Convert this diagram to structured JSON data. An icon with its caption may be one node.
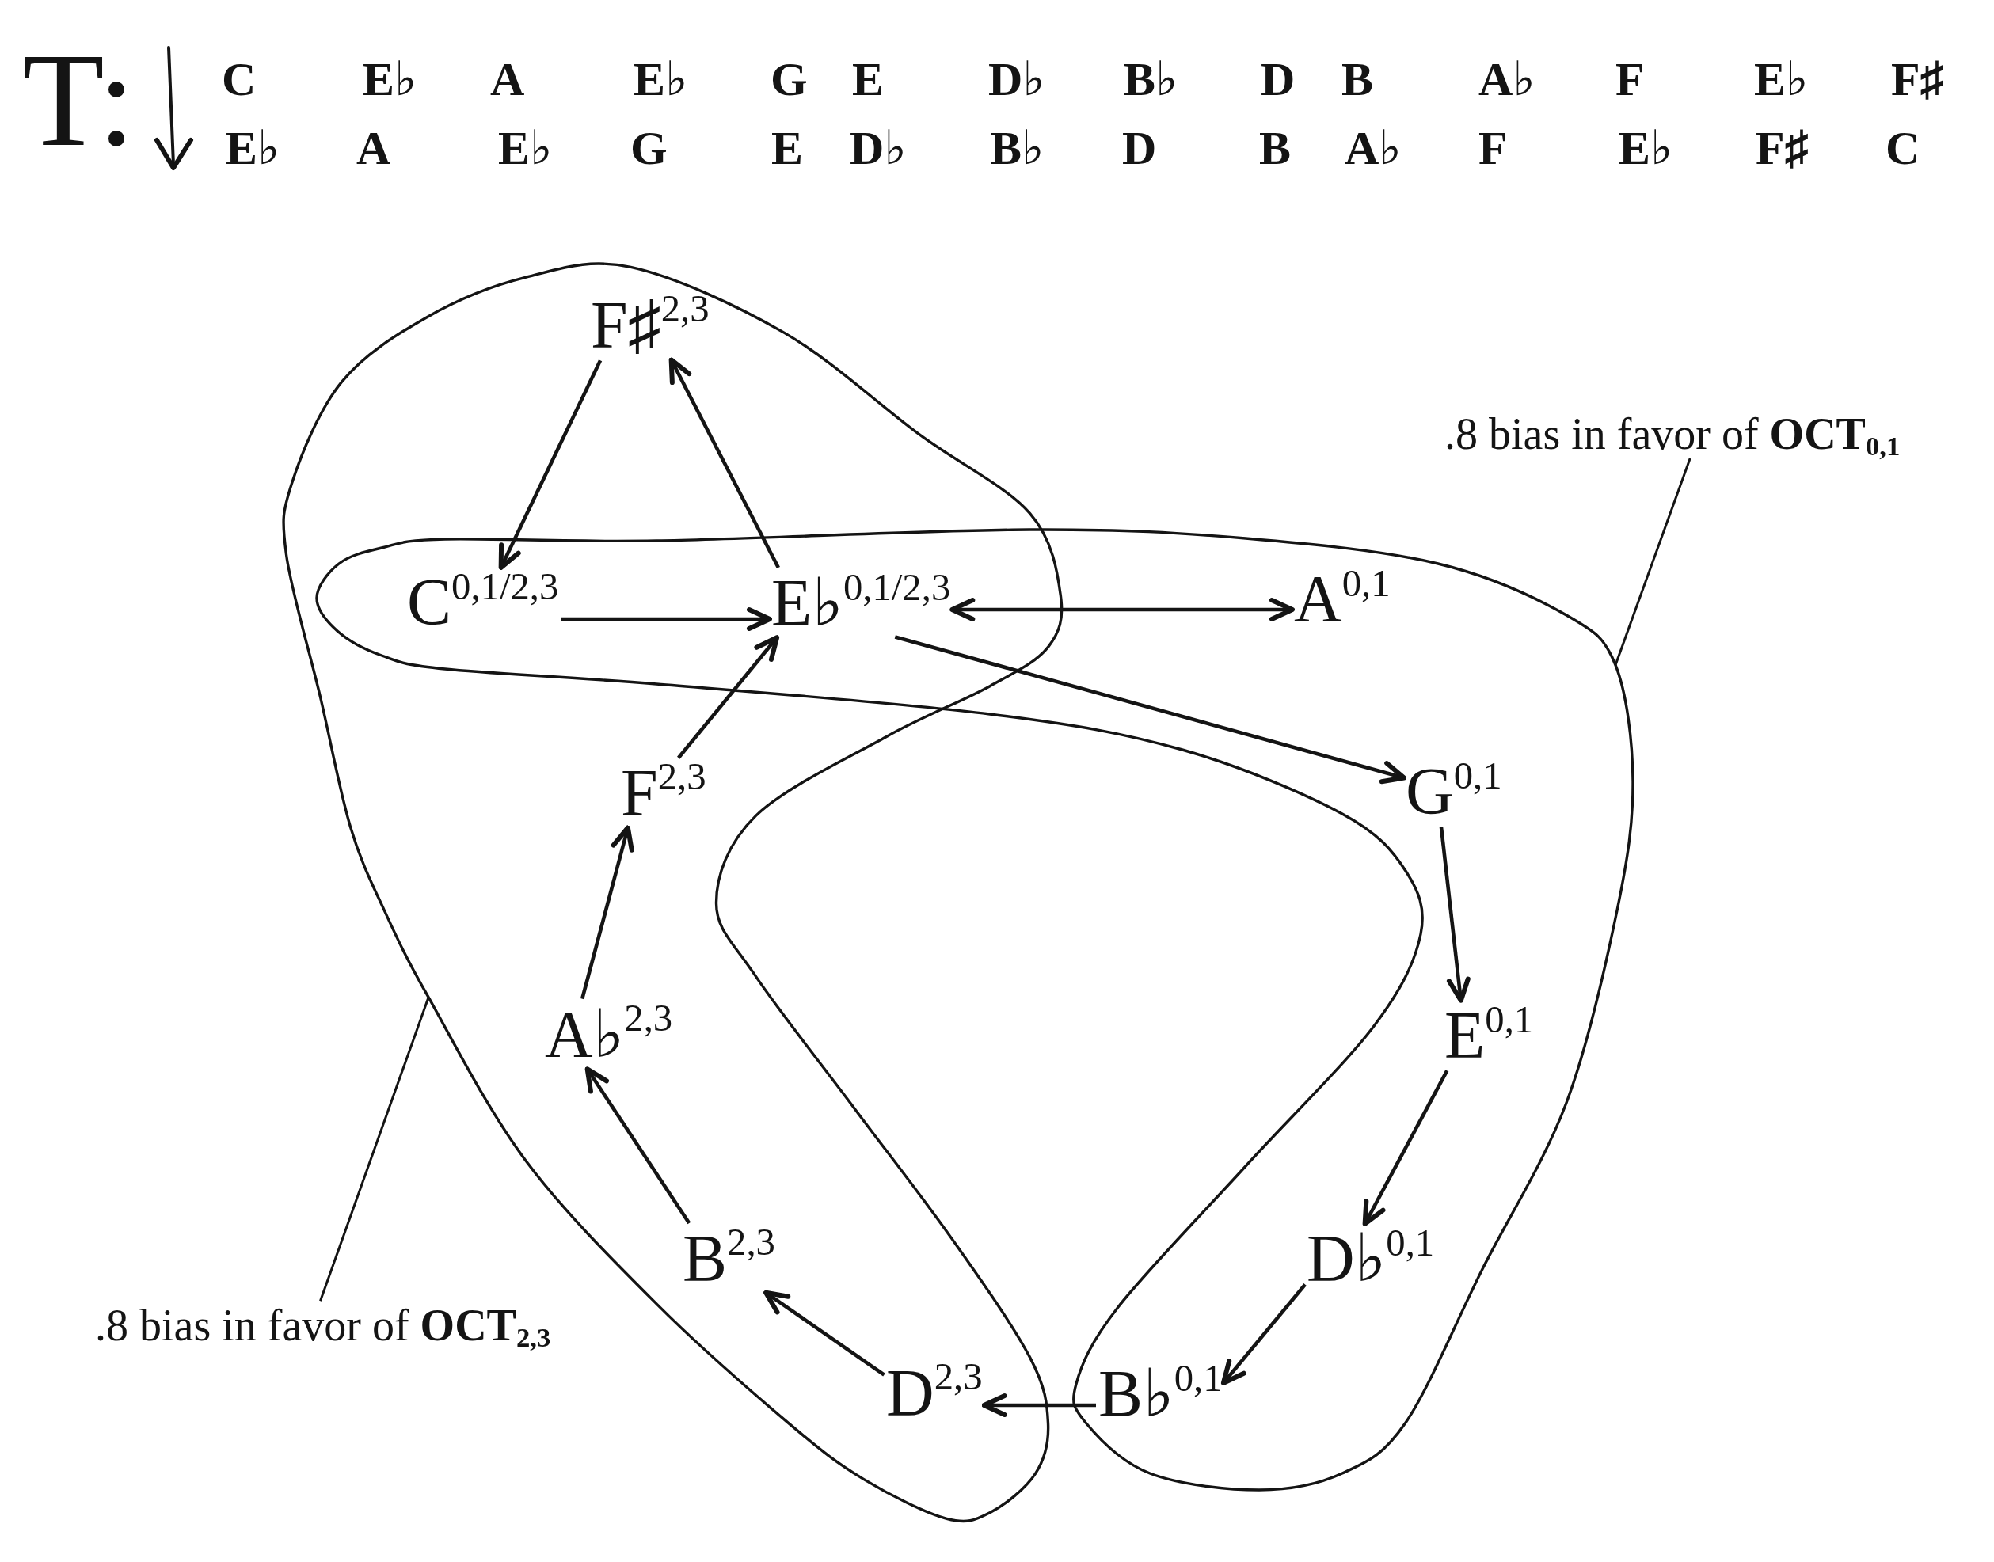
{
  "diagram": {
    "nodes": [
      {
        "text": [],
        "shape": "blob"
      },
      {
        "text": [
          "F♯$^{2,3}$"
        ],
        "in": 0
      },
      {
        "text": [
          ".8 bias in favor of **OCT**$_{0,1}$"
        ]
      },
      {
        "text": [],
        "shape": "blob"
      },
      {
        "text": [
          "C$^{0,1/2,3}$"
        ]
      },
      {
        "text": [
          "E♭$^{0,1/2,3}$"
        ]
      },
      {
        "text": [
          "A$^{0,1}$"
        ],
        "in": 3
      },
      {
        "text": [
          "F$^{2,3}$"
        ],
        "in": 0
      },
      {
        "text": [
          "G$^{0,1}$"
        ],
        "in": 3
      },
      {
        "text": [
          "A♭$^{2,3}$"
        ],
        "in": 0
      },
      {
        "text": [
          "E$^{0,1}$"
        ],
        "in": 3
      },
      {
        "text": [
          "B$^{2,3}$"
        ],
        "in": 0
      },
      {
        "text": [
          "D♭$^{0,1}$"
        ],
        "in": 3
      },
      {
        "text": [
          "D$^{2,3}$"
        ],
        "in": 0
      },
      {
        "text": [
          "B♭$^{0,1}$"
        ],
        "in": 3
      },
      {
        "text": [
          ".8 bias in favor of **OCT**$_{2,3}$"
        ]
      }
    ],
    "edges": [
      {
        "from": 1,
        "to": 4,
        "arrow": "to"
      },
      {
        "from": 5,
        "to": 1,
        "arrow": "to"
      },
      {
        "from": 4,
        "to": 5,
        "arrow": "to"
      },
      {
        "from": 5,
        "to": 6,
        "arrow": "both"
      },
      {
        "from": 5,
        "to": 8,
        "arrow": "to"
      },
      {
        "from": 7,
        "to": 5,
        "arrow": "to"
      },
      {
        "from": 8,
        "to": 10,
        "arrow": "to"
      },
      {
        "from": 9,
        "to": 7,
        "arrow": "to"
      },
      {
        "from": 10,
        "to": 12,
        "arrow": "to"
      },
      {
        "from": 11,
        "to": 9,
        "arrow": "to"
      },
      {
        "from": 12,
        "to": 14,
        "arrow": "to"
      },
      {
        "from": 13,
        "to": 11,
        "arrow": "to"
      },
      {
        "from": 14,
        "to": 13,
        "arrow": "to"
      },
      {
        "from": 2,
        "to": 3,
        "arrow": "none"
      },
      {
        "from": 15,
        "to": 0,
        "arrow": "none"
      }
    ],
    "labels": [
      "T:",
      "C",
      "E♭",
      "A",
      "E♭",
      "G",
      "E",
      "D♭",
      "B♭",
      "D",
      "B",
      "A♭",
      "F",
      "E♭",
      "F♯",
      "E♭",
      "A",
      "E♭",
      "G",
      "E",
      "D♭",
      "B♭",
      "D",
      "B",
      "A♭",
      "F",
      "E♭",
      "F♯",
      "C"
    ]
  }
}
